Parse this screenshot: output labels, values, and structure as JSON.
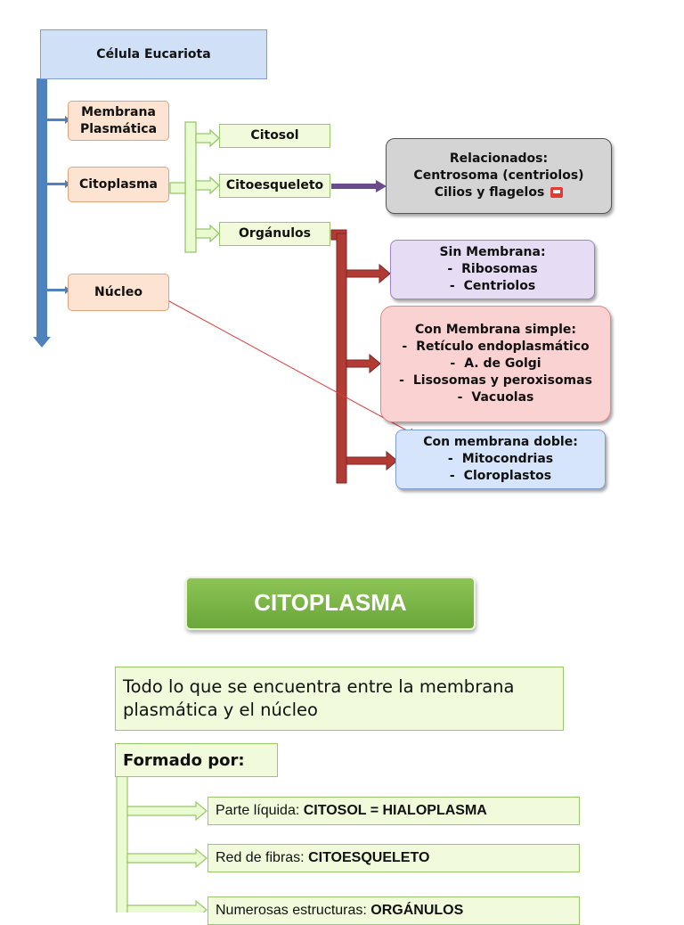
{
  "diagram": {
    "root": "Célula Eucariota",
    "level1": {
      "membrana": [
        "Membrana",
        "Plasmática"
      ],
      "citoplasma": "Citoplasma",
      "nucleo": "Núcleo"
    },
    "level2": {
      "citosol": "Citosol",
      "citoesqueleto": "Citoesqueleto",
      "organulos": "Orgánulos"
    },
    "relacionados": {
      "title": "Relacionados:",
      "items": [
        "Centrosoma (centriolos)",
        "Cilios y flagelos"
      ]
    },
    "sin_membrana": {
      "title": "Sin Membrana:",
      "items": [
        "Ribosomas",
        "Centriolos"
      ]
    },
    "membrana_simple": {
      "title": "Con Membrana simple:",
      "items": [
        "Retículo endoplasmático",
        "A. de Golgi",
        "Lisosomas y peroxisomas",
        "Vacuolas"
      ]
    },
    "membrana_doble": {
      "title": "Con membrana doble:",
      "items": [
        "Mitocondrias",
        "Cloroplastos"
      ]
    },
    "dash": "-"
  },
  "slide": {
    "title": "CITOPLASMA",
    "definition": "Todo lo que se encuentra entre la membrana plasmática y el núcleo",
    "formado_por": "Formado por:",
    "items": [
      {
        "prefix": "Parte líquida: ",
        "bold": "CITOSOL = HIALOPLASMA"
      },
      {
        "prefix": "Red de fibras: ",
        "bold": "CITOESQUELETO"
      },
      {
        "prefix": "Numerosas estructuras: ",
        "bold": "ORGÁNULOS"
      }
    ]
  },
  "colors": {
    "root_fill": "#cfe0f7",
    "peach_fill": "#fde3d2",
    "green_fill": "#f1fbdc",
    "gray_fill": "#d4d4d4",
    "lavender_fill": "#e6dcf3",
    "pink_fill": "#fbd2d2",
    "blue_fill": "#d6e5fb",
    "blue_arrow": "#4f81bd",
    "red_bar": "#b33b36",
    "purple_arrow": "#6a4b8c",
    "slide_green": "#7cb342"
  }
}
